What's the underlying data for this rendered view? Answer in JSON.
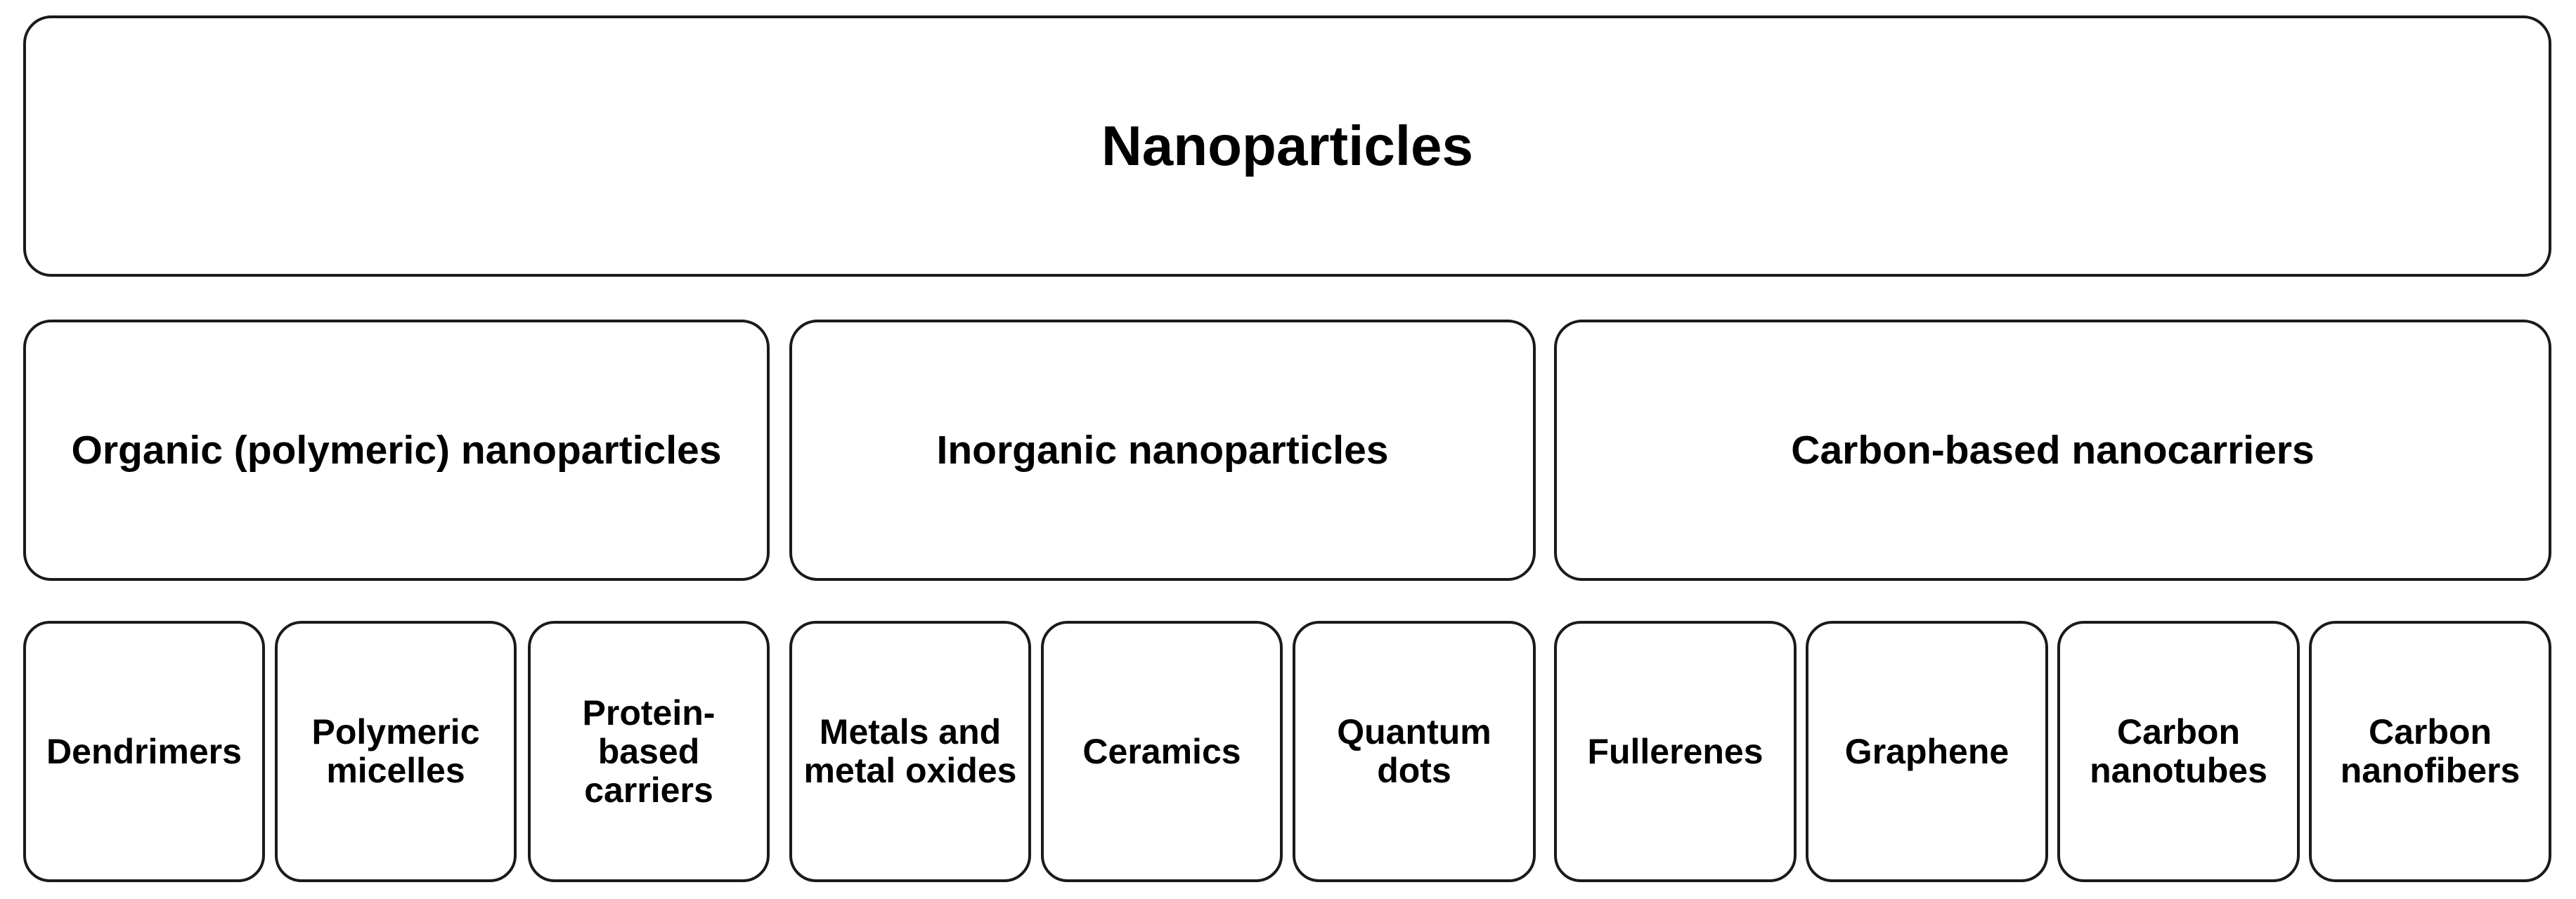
{
  "root": {
    "label": "Nanoparticles"
  },
  "categories": [
    {
      "label": "Organic (polymeric) nanoparticles",
      "items": [
        "Dendrimers",
        "Polymeric micelles",
        "Protein-based carriers"
      ]
    },
    {
      "label": "Inorganic nanoparticles",
      "items": [
        "Metals and metal oxides",
        "Ceramics",
        "Quantum dots"
      ]
    },
    {
      "label": "Carbon-based nanocarriers",
      "items": [
        "Fullerenes",
        "Graphene",
        "Carbon nanotubes",
        "Carbon nanofibers"
      ]
    }
  ]
}
